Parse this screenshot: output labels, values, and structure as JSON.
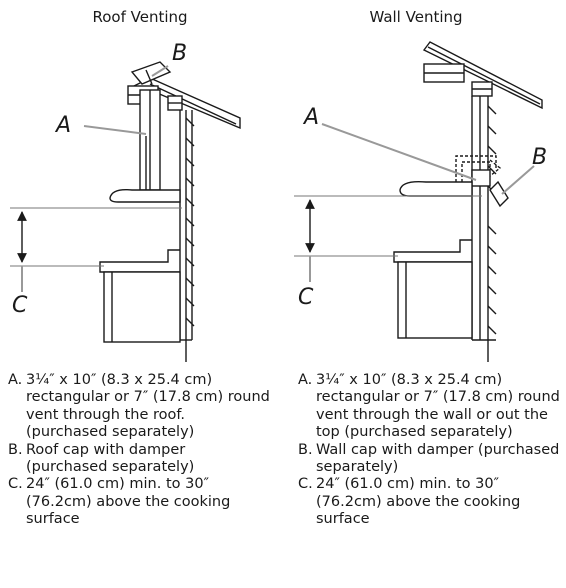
{
  "panels": [
    {
      "title": "Roof Venting",
      "labels": {
        "a": "A",
        "b": "B",
        "c": "C"
      },
      "legend": [
        {
          "key": "A.",
          "text": "3¼″ x 10″ (8.3 x 25.4 cm) rectangular or 7″ (17.8 cm) round vent through the roof. (purchased separately)"
        },
        {
          "key": "B.",
          "text": "Roof cap with damper (purchased separately)"
        },
        {
          "key": "C.",
          "text": "24″ (61.0 cm) min. to 30″ (76.2cm) above the cooking surface"
        }
      ]
    },
    {
      "title": "Wall Venting",
      "labels": {
        "a": "A",
        "b": "B",
        "c": "C"
      },
      "legend": [
        {
          "key": "A.",
          "text": "3¼″ x 10″ (8.3 x 25.4 cm) rectangular or 7″ (17.8 cm) round vent through the wall or out the top (purchased separately)"
        },
        {
          "key": "B.",
          "text": "Wall cap with damper (purchased separately)"
        },
        {
          "key": "C.",
          "text": "24″ (61.0 cm) min. to 30″ (76.2cm) above the cooking surface"
        }
      ]
    }
  ]
}
